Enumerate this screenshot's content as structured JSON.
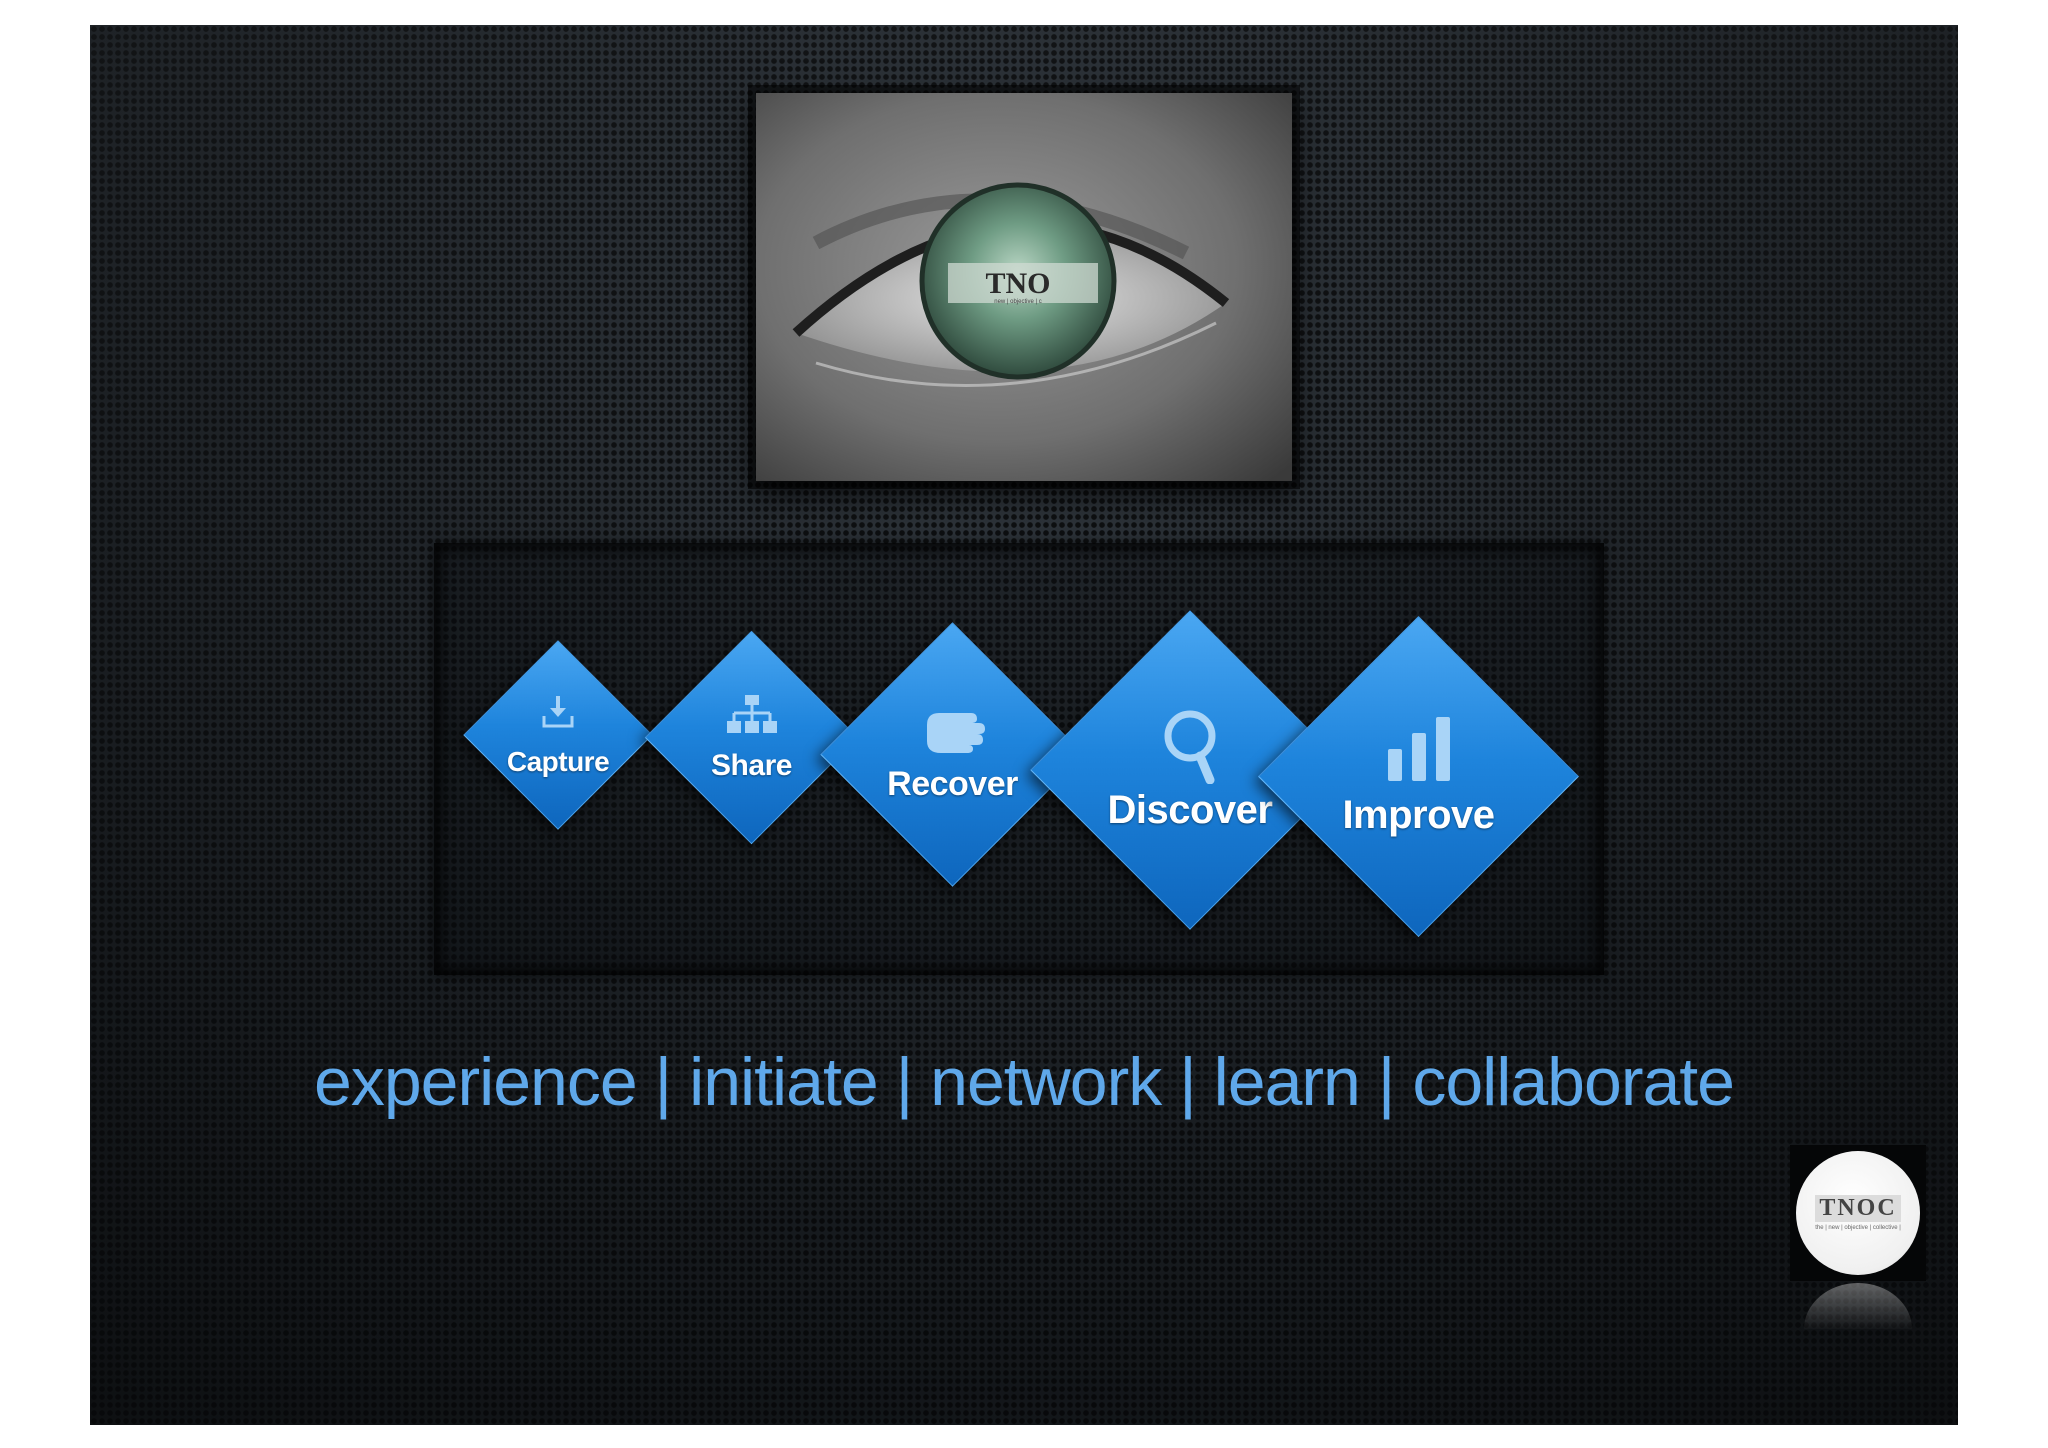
{
  "photo": {
    "subject": "eye",
    "iris_logo_text": "TNO",
    "iris_logo_subtext": "new | objective | c"
  },
  "steps": [
    {
      "label": "Capture",
      "icon": "download-icon"
    },
    {
      "label": "Share",
      "icon": "hierarchy-icon"
    },
    {
      "label": "Recover",
      "icon": "hand-icon"
    },
    {
      "label": "Discover",
      "icon": "magnifier-icon"
    },
    {
      "label": "Improve",
      "icon": "bar-chart-icon"
    }
  ],
  "tagline": "experience | initiate | network | learn | collaborate",
  "logo": {
    "text": "TNOC",
    "subtext": "the | new | objective | collective |"
  },
  "colors": {
    "accent": "#1e84dc",
    "tagline": "#5fa8ea",
    "background": "#1f2429"
  }
}
